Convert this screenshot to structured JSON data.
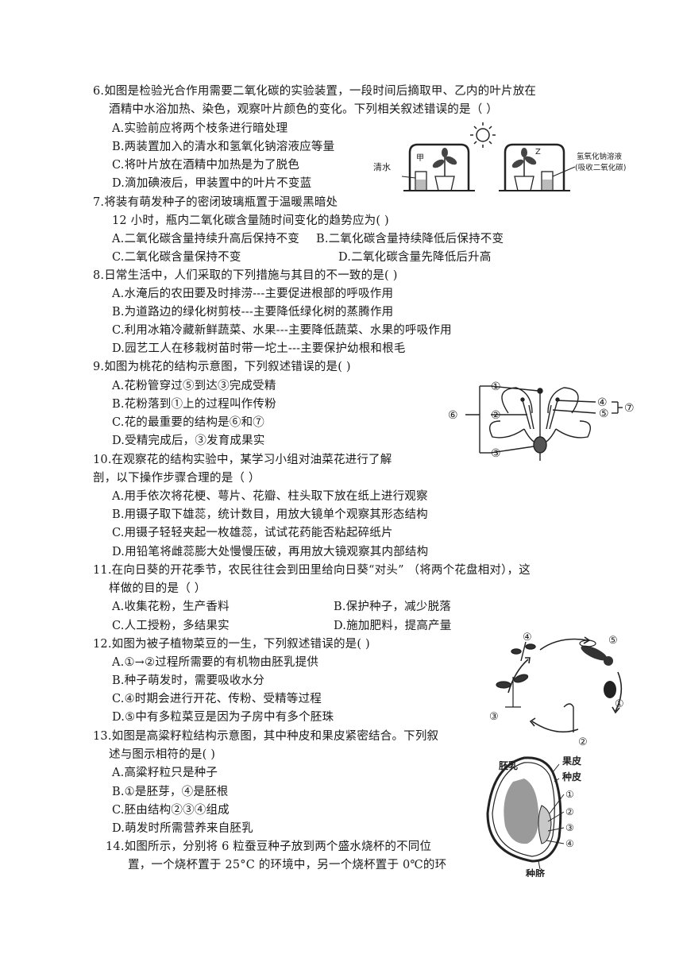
{
  "q6": {
    "stem1": "6.如图是检验光合作用需要二氧化碳的实验装置，一段时间后摘取甲、乙内的叶片放在",
    "stem2": "酒精中水浴加热、染色，观察叶片颜色的变化。下列相关叙述错误的是（      ）",
    "A": "A.实验前应将两个枝条进行暗处理",
    "B": "B.两装置加入的清水和氢氧化钠溶液应等量",
    "C": "C.将叶片放在酒精中加热是为了脱色",
    "D": "D.滴加碘液后，甲装置中的叶片不变蓝",
    "fig": {
      "left_solution": "清水",
      "left_label": "甲",
      "right_label": "Z",
      "right_solution_1": "氢氧化钠溶液",
      "right_solution_2": "(吸收二氧化碳)"
    }
  },
  "q7": {
    "stem1": "7.将装有萌发种子的密闭玻璃瓶置于温暖黑暗处",
    "stem2": "12 小时，瓶内二氧化碳含量随时间变化的趋势应为(      )",
    "A": "A.二氧化碳含量持续升高后保持不变",
    "B": "B.二氧化碳含量持续降低后保持不变",
    "C": "C.二氧化碳含量保持不变",
    "D": "D.二氧化碳含量先降低后升高"
  },
  "q8": {
    "stem": "8.日常生活中，人们采取的下列措施与其目的不一致的是(      )",
    "A": "A.水淹后的农田要及时排涝---主要促进根部的呼吸作用",
    "B": "B.为道路边的绿化树剪枝---主要降低绿化树的蒸腾作用",
    "C": "C.利用冰箱冷藏新鲜蔬菜、水果---主要降低蔬菜、水果的呼吸作用",
    "D": "D.园艺工人在移栽树苗时带一坨土---主要保护幼根和根毛"
  },
  "q9": {
    "stem": "9.如图为桃花的结构示意图，下列叙述错误的是(      )",
    "A": "A.花粉管穿过⑤到达③完成受精",
    "B": "B.花粉落到①上的过程叫作传粉",
    "C": "C.花的最重要的结构是⑥和⑦",
    "D": "D.受精完成后，③发育成果实",
    "fig": {
      "n1": "①",
      "n2": "②",
      "n3": "③",
      "n4": "④",
      "n5": "⑤",
      "n6": "⑥",
      "n7": "⑦"
    }
  },
  "q10": {
    "stem1": "10.在观察花的结构实验中，某学习小组对油菜花进行了解",
    "stem2": "剖，以下操作步骤合理的是（      ）",
    "A": "A.用手依次将花梗、萼片、花瓣、柱头取下放在纸上进行观察",
    "B": "B.用镊子取下雄蕊，统计数目，用放大镜单个观察其形态结构",
    "C": "C.用镊子轻轻夹起一枚雄蕊，试试花药能否粘起碎纸片",
    "D": "D.用铅笔将雌蕊膨大处慢慢压破，再用放大镜观察其内部结构"
  },
  "q11": {
    "stem1": "11.在向日葵的开花季节，农民往往会到田里给向日葵“对头” （将两个花盘相对），这",
    "stem2": "样做的目的是（    ）",
    "A": "A.收集花粉，生产香料",
    "B": "B.保护种子，减少脱落",
    "C": "C.人工授粉，多结果实",
    "D": "D.施加肥料，提高产量"
  },
  "q12": {
    "stem": "12.如图为被子植物菜豆的一生，下列叙述错误的是(      )",
    "A": "A.①→②过程所需要的有机物由胚乳提供",
    "B": "B.种子萌发时，需要吸收水分",
    "C": "C.④时期会进行开花、传粉、受精等过程",
    "D": "D.⑤中有多粒菜豆是因为子房中有多个胚珠",
    "fig": {
      "n1": "①",
      "n2": "②",
      "n3": "③",
      "n4": "④",
      "n5": "⑤"
    }
  },
  "q13": {
    "stem1": "13.如图是高粱籽粒结构示意图，其中种皮和果皮紧密结合。下列叙",
    "stem2": "述与图示相符的是(        )",
    "A": "A.高粱籽粒只是种子",
    "B": "B.①是胚芽，④是胚根",
    "C": "C.胚由结构②③④组成",
    "D": "D.萌发时所需营养来自胚乳",
    "fig": {
      "endosperm": "胚乳",
      "pericarp": "果皮",
      "seedcoat": "种皮",
      "hilum": "种脐",
      "n1": "①",
      "n2": "②",
      "n3": "③",
      "n4": "④"
    }
  },
  "q14": {
    "stem1": "14.如图所示，分别将 6 粒蚕豆种子放到两个盛水烧杯的不同位",
    "stem2": "置，一个烧杯置于  25°C 的环境中，另一个烧杯置于 0℃的环"
  }
}
